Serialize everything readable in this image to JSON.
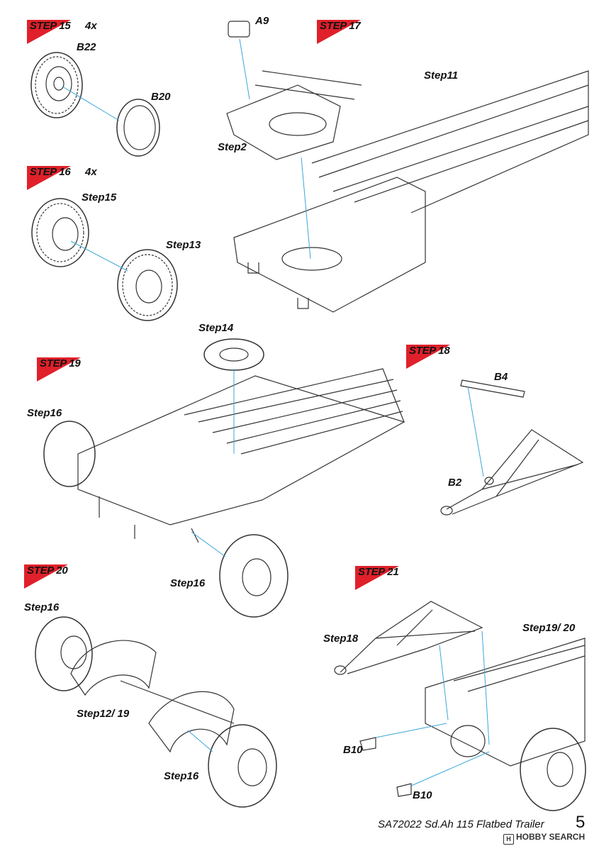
{
  "steps": {
    "s15": {
      "label": "STEP 15",
      "qty": "4x"
    },
    "s16": {
      "label": "STEP 16",
      "qty": "4x"
    },
    "s17": {
      "label": "STEP 17"
    },
    "s18": {
      "label": "STEP 18"
    },
    "s19": {
      "label": "STEP 19"
    },
    "s20": {
      "label": "STEP 20"
    },
    "s21": {
      "label": "STEP 21"
    }
  },
  "callouts": {
    "b22": "B22",
    "b20": "B20",
    "a9": "A9",
    "step11": "Step11",
    "step2": "Step2",
    "step15": "Step15",
    "step13": "Step13",
    "step14": "Step14",
    "b4": "B4",
    "b2": "B2",
    "step16_a": "Step16",
    "step16_b": "Step16",
    "step16_c": "Step16",
    "step16_d": "Step16",
    "step12_19": "Step12/ 19",
    "step18": "Step18",
    "step19_20": "Step19/ 20",
    "b10_a": "B10",
    "b10_b": "B10"
  },
  "footer": {
    "title": "SA72022 Sd.Ah 115 Flatbed Trailer",
    "page": "5"
  },
  "watermark": {
    "icon": "hobby-search-icon",
    "text": "HOBBY SEARCH"
  },
  "colors": {
    "flag_red": "#e0202a",
    "leader_blue": "#3aa6d8",
    "line": "#333333"
  }
}
